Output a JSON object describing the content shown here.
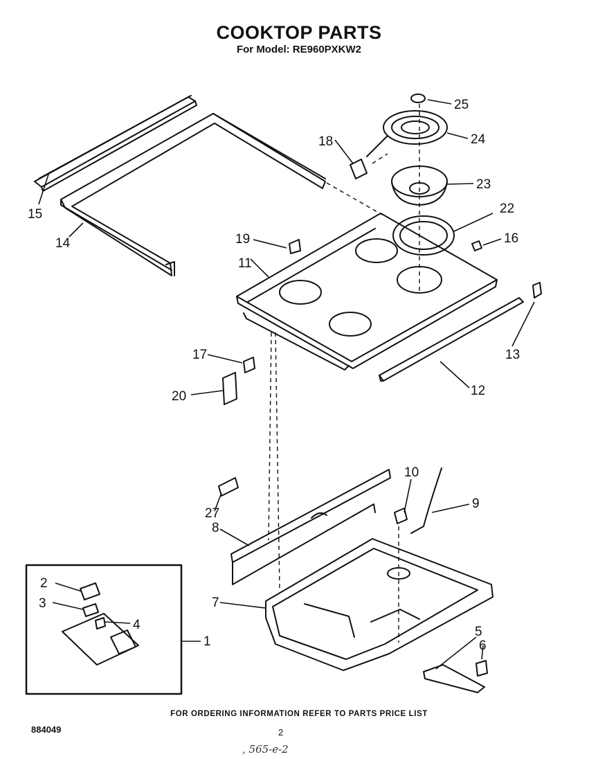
{
  "header": {
    "title": "COOKTOP PARTS",
    "subtitle": "For Model: RE960PXKW2"
  },
  "callouts": [
    "1",
    "2",
    "3",
    "4",
    "5",
    "6",
    "7",
    "8",
    "9",
    "10",
    "11",
    "12",
    "13",
    "14",
    "15",
    "16",
    "17",
    "18",
    "19",
    "20",
    "22",
    "23",
    "24",
    "25",
    "27"
  ],
  "footer": {
    "ordering_note": "FOR ORDERING INFORMATION REFER TO PARTS PRICE LIST",
    "doc_number": "884049",
    "page_number": "2",
    "handwritten_note": ", 565-e-2"
  }
}
